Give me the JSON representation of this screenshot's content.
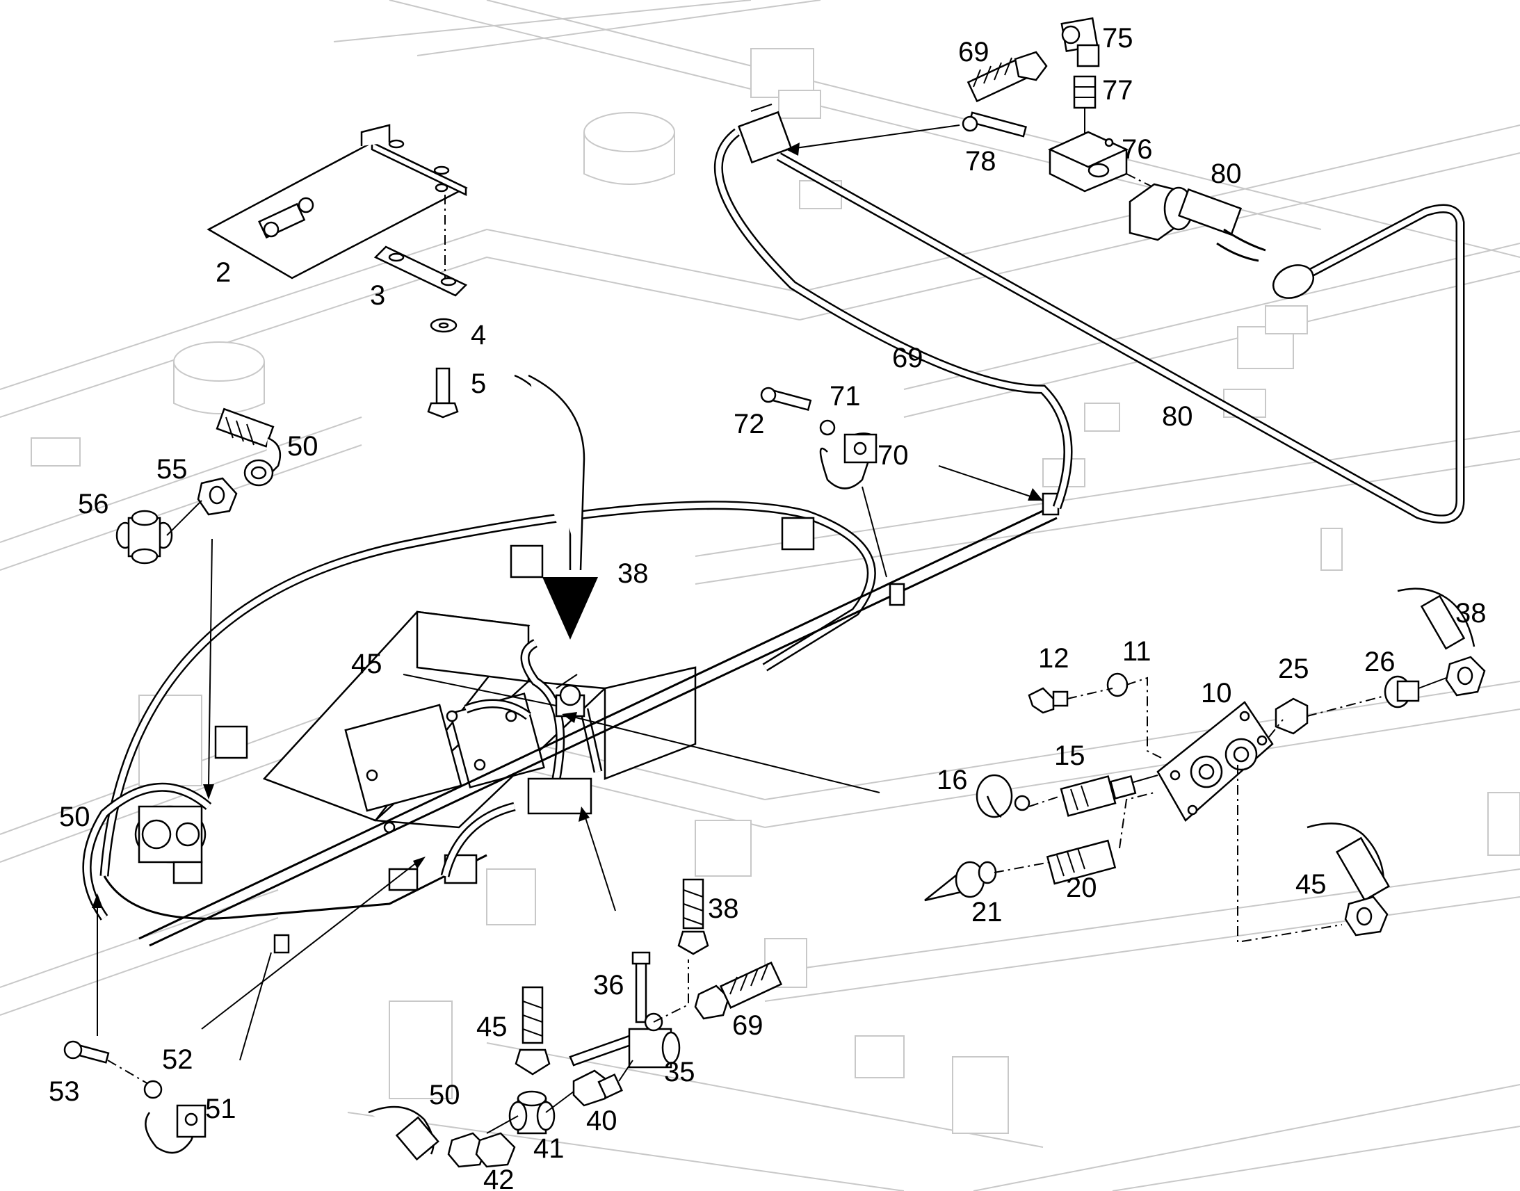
{
  "callouts": [
    {
      "id": "c2",
      "label": "2"
    },
    {
      "id": "c3",
      "label": "3"
    },
    {
      "id": "c4",
      "label": "4"
    },
    {
      "id": "c5",
      "label": "5"
    },
    {
      "id": "c10",
      "label": "10"
    },
    {
      "id": "c11",
      "label": "11"
    },
    {
      "id": "c12",
      "label": "12"
    },
    {
      "id": "c15",
      "label": "15"
    },
    {
      "id": "c16",
      "label": "16"
    },
    {
      "id": "c20",
      "label": "20"
    },
    {
      "id": "c21",
      "label": "21"
    },
    {
      "id": "c25",
      "label": "25"
    },
    {
      "id": "c26",
      "label": "26"
    },
    {
      "id": "c35",
      "label": "35"
    },
    {
      "id": "c36",
      "label": "36"
    },
    {
      "id": "c38a",
      "label": "38"
    },
    {
      "id": "c38b",
      "label": "38"
    },
    {
      "id": "c38c",
      "label": "38"
    },
    {
      "id": "c40",
      "label": "40"
    },
    {
      "id": "c41",
      "label": "41"
    },
    {
      "id": "c42",
      "label": "42"
    },
    {
      "id": "c45a",
      "label": "45"
    },
    {
      "id": "c45b",
      "label": "45"
    },
    {
      "id": "c45c",
      "label": "45"
    },
    {
      "id": "c50a",
      "label": "50"
    },
    {
      "id": "c50b",
      "label": "50"
    },
    {
      "id": "c50c",
      "label": "50"
    },
    {
      "id": "c51",
      "label": "51"
    },
    {
      "id": "c52",
      "label": "52"
    },
    {
      "id": "c53",
      "label": "53"
    },
    {
      "id": "c55",
      "label": "55"
    },
    {
      "id": "c56",
      "label": "56"
    },
    {
      "id": "c69a",
      "label": "69"
    },
    {
      "id": "c69b",
      "label": "69"
    },
    {
      "id": "c69c",
      "label": "69"
    },
    {
      "id": "c70",
      "label": "70"
    },
    {
      "id": "c71",
      "label": "71"
    },
    {
      "id": "c72",
      "label": "72"
    },
    {
      "id": "c75",
      "label": "75"
    },
    {
      "id": "c76",
      "label": "76"
    },
    {
      "id": "c77",
      "label": "77"
    },
    {
      "id": "c78",
      "label": "78"
    },
    {
      "id": "c80a",
      "label": "80"
    },
    {
      "id": "c80b",
      "label": "80"
    }
  ]
}
